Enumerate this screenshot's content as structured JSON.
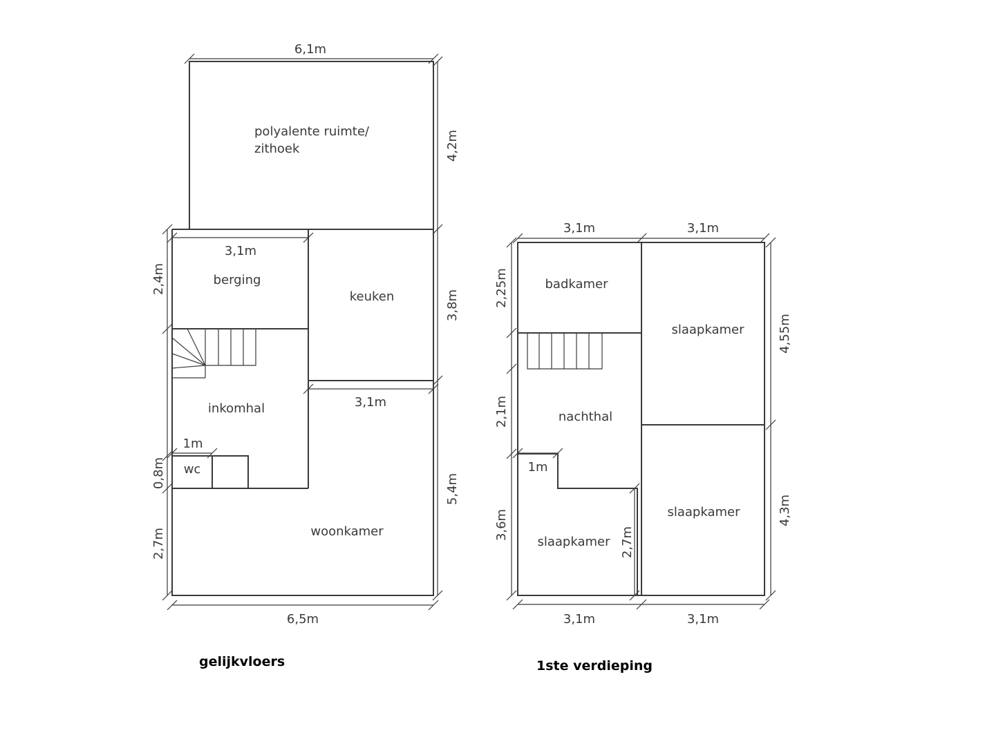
{
  "ground_floor": {
    "title": "gelijkvloers",
    "rooms": {
      "polyvalent_line1": "polyalente ruimte/",
      "polyvalent_line2": "zithoek",
      "berging": "berging",
      "keuken": "keuken",
      "inkomhal": "inkomhal",
      "wc": "wc",
      "woonkamer": "woonkamer"
    },
    "dims": {
      "top_width": "6,1m",
      "right_upper": "4,2m",
      "berging_width": "3,1m",
      "left_berging": "2,4m",
      "right_middle": "3,8m",
      "woonkamer_width": "3,1m",
      "wc_width": "1m",
      "left_wc": "0,8m",
      "right_lower": "5,4m",
      "left_lower": "2,7m",
      "bottom_width": "6,5m"
    }
  },
  "first_floor": {
    "title": "1ste verdieping",
    "rooms": {
      "badkamer": "badkamer",
      "slaapkamer_top": "slaapkamer",
      "nachthal": "nachthal",
      "slaapkamer_right": "slaapkamer",
      "slaapkamer_left": "slaapkamer"
    },
    "dims": {
      "top_left": "3,1m",
      "top_right": "3,1m",
      "left_upper": "2,25m",
      "right_upper": "4,55m",
      "left_middle": "2,1m",
      "step_width": "1m",
      "left_lower": "3,6m",
      "inner": "2,7m",
      "right_lower": "4,3m",
      "bottom_left": "3,1m",
      "bottom_right": "3,1m"
    }
  }
}
